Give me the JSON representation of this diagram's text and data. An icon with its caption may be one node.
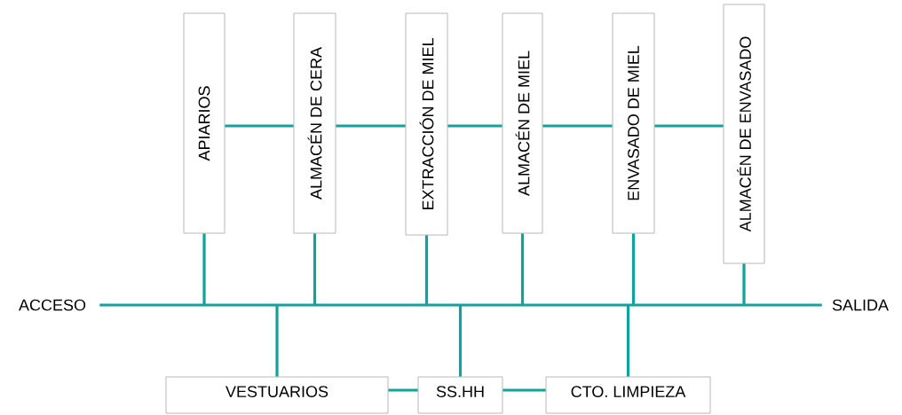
{
  "diagram": {
    "nodes": [
      {
        "text": [
          "APIARIOS"
        ]
      },
      {
        "text": [
          "ALMACÉN DE CERA"
        ]
      },
      {
        "text": [
          "EXTRACCIÓN DE MIEL"
        ]
      },
      {
        "text": [
          "ALMACÉN DE MIEL"
        ]
      },
      {
        "text": [
          "ENVASADO DE MIEL"
        ]
      },
      {
        "text": [
          "ALMACÉN DE ENVASADO"
        ]
      },
      {
        "text": [
          "ACCESO"
        ]
      },
      {
        "text": [
          "SALIDA"
        ]
      },
      {
        "text": [
          "VESTUARIOS"
        ]
      },
      {
        "text": [
          "SS.HH"
        ]
      },
      {
        "text": [
          "CTO. LIMPIEZA"
        ]
      }
    ],
    "edges": [
      {
        "from": 0,
        "to": 1,
        "arrow": "none"
      },
      {
        "from": 1,
        "to": 2,
        "arrow": "none"
      },
      {
        "from": 2,
        "to": 3,
        "arrow": "none"
      },
      {
        "from": 3,
        "to": 4,
        "arrow": "none"
      },
      {
        "from": 4,
        "to": 5,
        "arrow": "none"
      },
      {
        "from": 6,
        "to": 7,
        "arrow": "none"
      },
      {
        "from": 0,
        "to": null,
        "arrow": "none"
      },
      {
        "from": 1,
        "to": null,
        "arrow": "none"
      },
      {
        "from": 2,
        "to": null,
        "arrow": "none"
      },
      {
        "from": 3,
        "to": null,
        "arrow": "none"
      },
      {
        "from": 4,
        "to": null,
        "arrow": "none"
      },
      {
        "from": 5,
        "to": null,
        "arrow": "none"
      },
      {
        "from": 8,
        "to": null,
        "arrow": "none"
      },
      {
        "from": 9,
        "to": null,
        "arrow": "none"
      },
      {
        "from": 10,
        "to": null,
        "arrow": "none"
      },
      {
        "from": 8,
        "to": 9,
        "arrow": "none"
      },
      {
        "from": 9,
        "to": 10,
        "arrow": "none"
      }
    ]
  }
}
